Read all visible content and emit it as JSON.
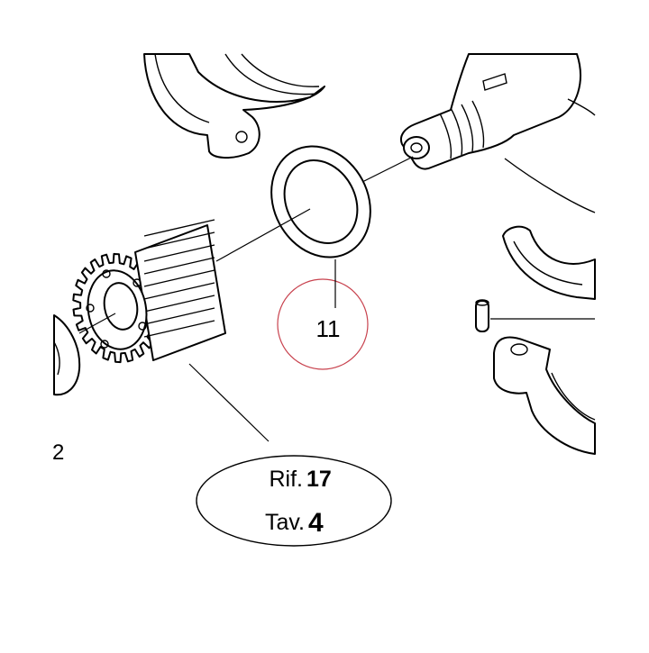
{
  "diagram": {
    "callout_washer": "11",
    "callout_left": "2",
    "ref_label": "Rif.",
    "ref_number": "17",
    "table_label": "Tav.",
    "table_number": "4",
    "highlight_color": "#c8424e"
  }
}
